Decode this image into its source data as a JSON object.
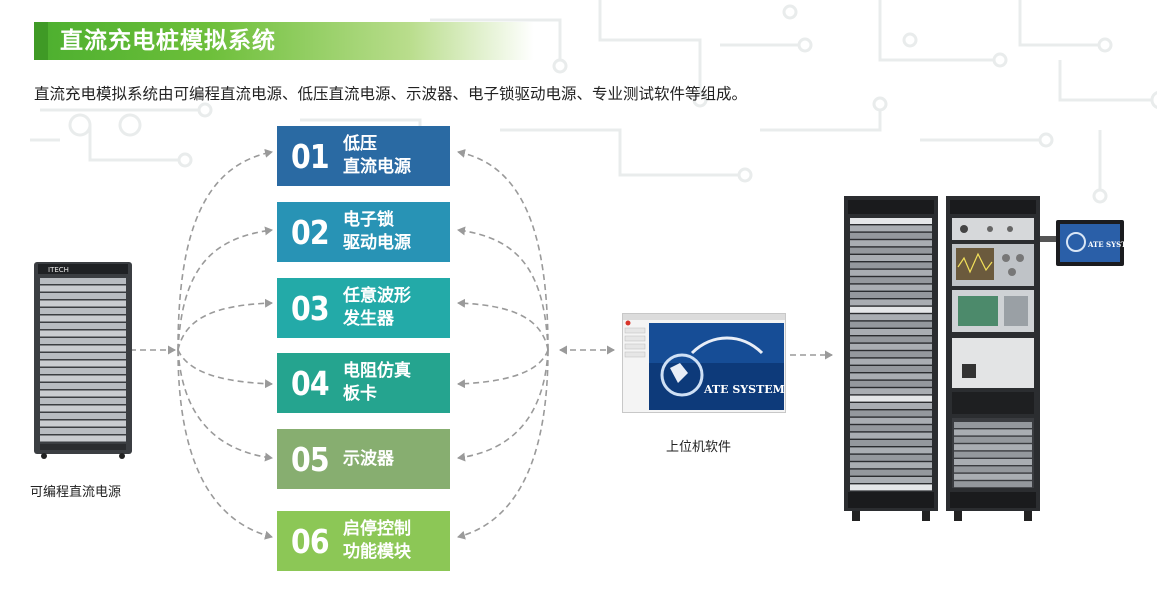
{
  "title": "直流充电桩模拟系统",
  "intro": "直流充电模拟系统由可编程直流电源、低压直流电源、示波器、电子锁驱动电源、专业测试软件等组成。",
  "modules": [
    {
      "num": "01",
      "line1": "低压",
      "line2": "直流电源",
      "color": "#2a6aa3"
    },
    {
      "num": "02",
      "line1": "电子锁",
      "line2": "驱动电源",
      "color": "#2893b5"
    },
    {
      "num": "03",
      "line1": "任意波形",
      "line2": "发生器",
      "color": "#23aaa8"
    },
    {
      "num": "04",
      "line1": "电阻仿真",
      "line2": "板卡",
      "color": "#25a48f"
    },
    {
      "num": "05",
      "line1": "示波器",
      "line2": "",
      "color": "#87ae70"
    },
    {
      "num": "06",
      "line1": "启停控制",
      "line2": "功能模块",
      "color": "#8cc756"
    }
  ],
  "power_supply": {
    "caption": "可编程直流电源",
    "brand": "ITECH"
  },
  "software": {
    "caption": "上位机软件",
    "logo_text": "ATE SYSTEM"
  },
  "rack": {
    "monitor_text": "ATE SYSTEM"
  },
  "colors": {
    "title_green": "#4caf2f",
    "arrow_gray": "#9a9a9a"
  }
}
